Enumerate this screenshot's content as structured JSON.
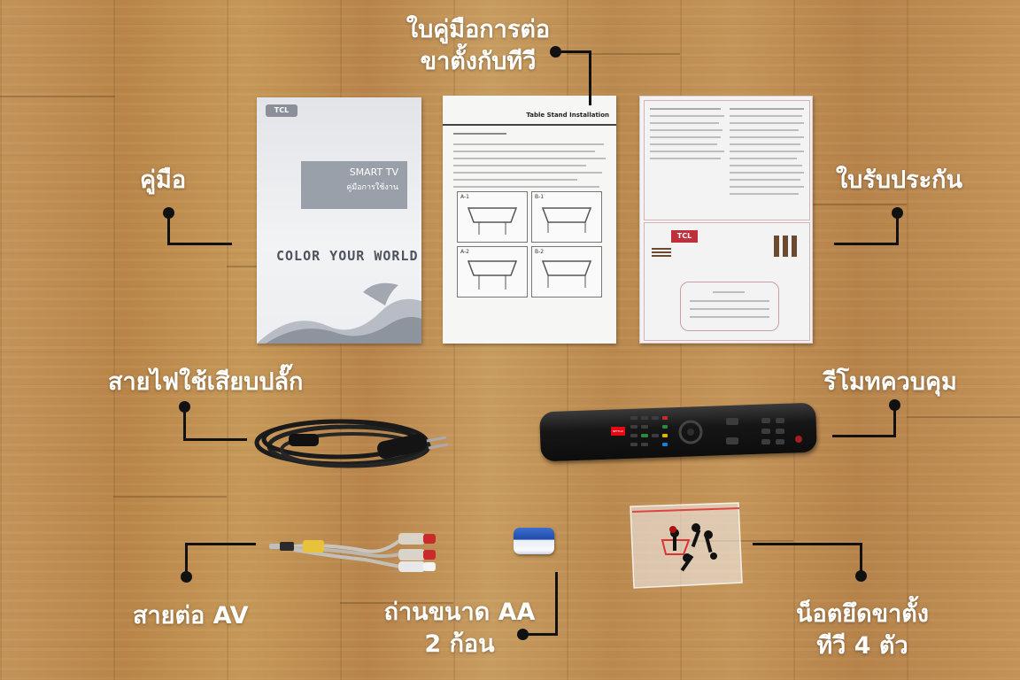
{
  "labels": {
    "stand_manual_line1": "ใบคู่มือการต่อ",
    "stand_manual_line2": "ขาตั้งกับทีวี",
    "manual": "คู่มือ",
    "warranty": "ใบรับประกัน",
    "power_cord": "สายไฟใช้เสียบปลั๊ก",
    "remote": "รีโมทควบคุม",
    "av_cable": "สายต่อ AV",
    "battery_line1": "ถ่านขนาด AA",
    "battery_line2": "2 ก้อน",
    "screws_line1": "น็อตยึดขาตั้ง",
    "screws_line2": "ทีวี 4 ตัว"
  },
  "manual_booklet": {
    "brand": "TCL",
    "product": "SMART TV",
    "subtitle": "คู่มือการใช้งาน",
    "slogan": "COLOR YOUR WORLD"
  },
  "stand_sheet": {
    "title": "Table Stand Installation",
    "panels": [
      "A-1",
      "B-1",
      "A-2",
      "B-2"
    ]
  },
  "warranty_card": {
    "brand": "TCL"
  },
  "remote_control": {
    "brand_button": "NETFLIX"
  },
  "colors": {
    "label_text": "#ffffff",
    "pointer": "#111111",
    "netflix_red": "#e50914"
  }
}
